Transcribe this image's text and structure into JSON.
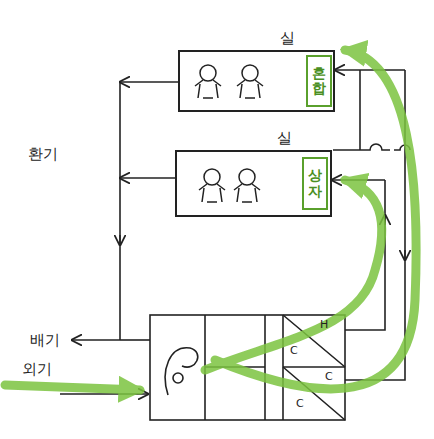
{
  "diagram": {
    "nodes": [
      {
        "text": [
          "실"
        ]
      },
      {
        "text": [
          "혼합"
        ],
        "in": 0
      },
      {
        "text": [
          "실"
        ]
      },
      {
        "text": [
          "상자"
        ],
        "in": 2
      }
    ],
    "labels": [
      "환기",
      "배기",
      "외기",
      "H",
      "C",
      "C",
      "C"
    ]
  }
}
